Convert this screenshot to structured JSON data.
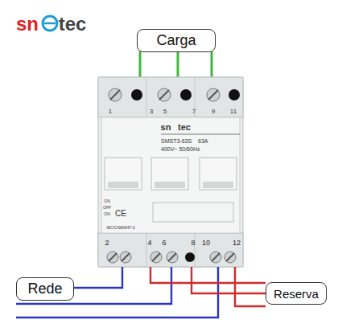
{
  "diagram": {
    "nodes": [
      {
        "text": [
          "Carga"
        ]
      },
      {
        "text": [
          "Rede"
        ]
      },
      {
        "text": [
          "Reserva"
        ]
      }
    ],
    "labels": [
      "sn",
      "tec",
      "1",
      "3",
      "5",
      "7",
      "9",
      "11",
      "sn",
      "tec",
      "SMST3-63S",
      "63A",
      "400V~ 50/60Hz",
      "ON",
      "OFF",
      "ON",
      "CE",
      "IEC/CN60947-3",
      "2",
      "4",
      "6",
      "8",
      "10",
      "12"
    ]
  }
}
